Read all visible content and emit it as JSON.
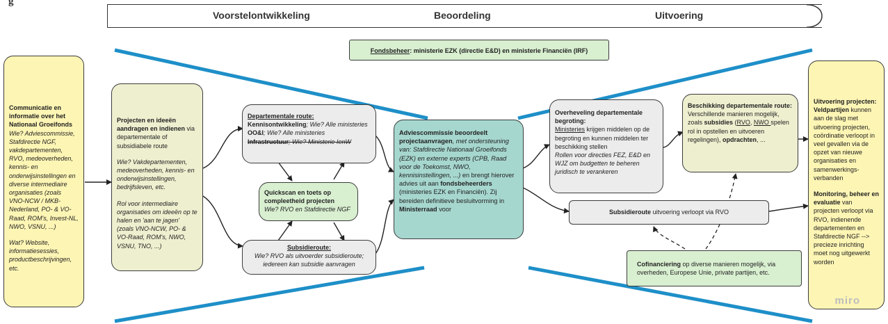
{
  "header_fragment": "g",
  "phases": [
    "Voorstelontwikkeling",
    "Beoordeling",
    "Uitvoering"
  ],
  "fondsbeheer": {
    "label": "Fondsbeheer",
    "text": ": ministerie EZK (directie E&D) en ministerie Financiën (IRF)"
  },
  "communicatie": {
    "title": "Communicatie en informatie over het Nationaal Groeifonds",
    "wie": "Wie? Adviescommissie, Stafdirectie NGF, vakdepartementen, RVO, medeoverheden, kennis- en onderwijsinstellingen en diverse intermediaire organisaties (zoals VNO-NCW / MKB-Nederland, PO- & VO-Raad, ROM's, Invest-NL, NWO, VSNU, ...)",
    "wat": "Wat? Website, informatiesessies, productbeschrijvingen, etc."
  },
  "projecten": {
    "title": "Projecten en ideeën aandragen en indienen",
    "sub": " via departementale of subsidiabele route",
    "wie": "Wie? Vakdepartementen, medeoverheden, kennis- en onderwijsinstellingen, bedrijfsleven, etc.",
    "rol": "Rol voor intermediaire organisaties om ideeën op te halen en 'aan te jagen' (zoals VNO-NCW, PO- & VO-Raad, ROM's, NWO, VSNU, TNO, ...)"
  },
  "departementale_route": {
    "title": "Departementale route:",
    "l1_bold": "Kennisontwikkeling",
    "l1_it": "; Wie? Alle ministeries",
    "l2_bold": "OO&I",
    "l2_it": "; Wie? Alle ministeries",
    "l3_bold": "Infrastructuur",
    "l3_it": "; Wie? Ministerie IenW"
  },
  "quickscan": {
    "title": "Quickscan en toets op compleetheid projecten",
    "wie": "Wie? RVO en Stafdirectie NGF"
  },
  "subsidieroute": {
    "title": "Subsidieroute:",
    "wie": "Wie? RVO als uitvoerder subsidieroute; iedereen kan subsidie aanvragen"
  },
  "adviescommissie": {
    "bold1": "Adviescommissie beoordeelt projectaanvragen",
    "it1": ", met ondersteuning van: Stafdirectie Nationaal Groeifonds (EZK) en externe experts (CPB, Raad voor de Toekomst, NWO, kennisinstellingen, ...)",
    "n1": " en brengt hierover advies uit aan ",
    "bold2": "fondsbeheerders",
    "n2": " (ministeries EZK en Financiën). Zij bereiden definitieve besluitvorming in ",
    "bold3": "Ministerraad",
    "n3": " voor"
  },
  "overheveling": {
    "title": "Overheveling departementale begroting:",
    "u1": "Ministeries",
    "t1": " krijgen middelen op de begroting en kunnen middelen ter beschikking stellen",
    "it": "Rollen voor directies FEZ, E&D en WJZ om budgetten te beheren juridisch te verankeren"
  },
  "beschikking": {
    "title": "Beschikking departementale route:",
    "t1": "Verschillende manieren mogelijk, zoals ",
    "b1": "subsidies",
    "t2": " (",
    "u1": "RVO",
    "t3": ", ",
    "u2": "NWO ",
    "t4": "spelen rol in opstellen en uitvoeren regelingen), ",
    "b2": "opdrachten",
    "t5": ", ..."
  },
  "subsidieroute_uitvoering": {
    "bold": "Subsidieroute",
    "text": " uitvoering verloopt via RVO"
  },
  "cofinanciering": {
    "bold": "Cofinanciering",
    "text": " op diverse manieren mogelijk, via overheden, Europese Unie, private partijen, etc."
  },
  "uitvoering": {
    "b1": "Uitvoering projecten: Veldpartijen",
    "t1": " kunnen aan de slag met uitvoering projecten, coördinatie verloopt in veel gevallen via de opzet van nieuwe organisaties en samenwerkings-verbanden",
    "b2": "Monitoring, beheer en evaluatie",
    "t2": " van projecten verloopt via RVO, indienende departementen en Stafdirectie NGF --> precieze inrichting moet nog uitgewerkt worden"
  },
  "watermark": "miro",
  "colors": {
    "blue_line": "#1e8fc8",
    "yellow": "#fdf5b4",
    "teal": "#a6d7cf",
    "green": "#d8efd0"
  }
}
